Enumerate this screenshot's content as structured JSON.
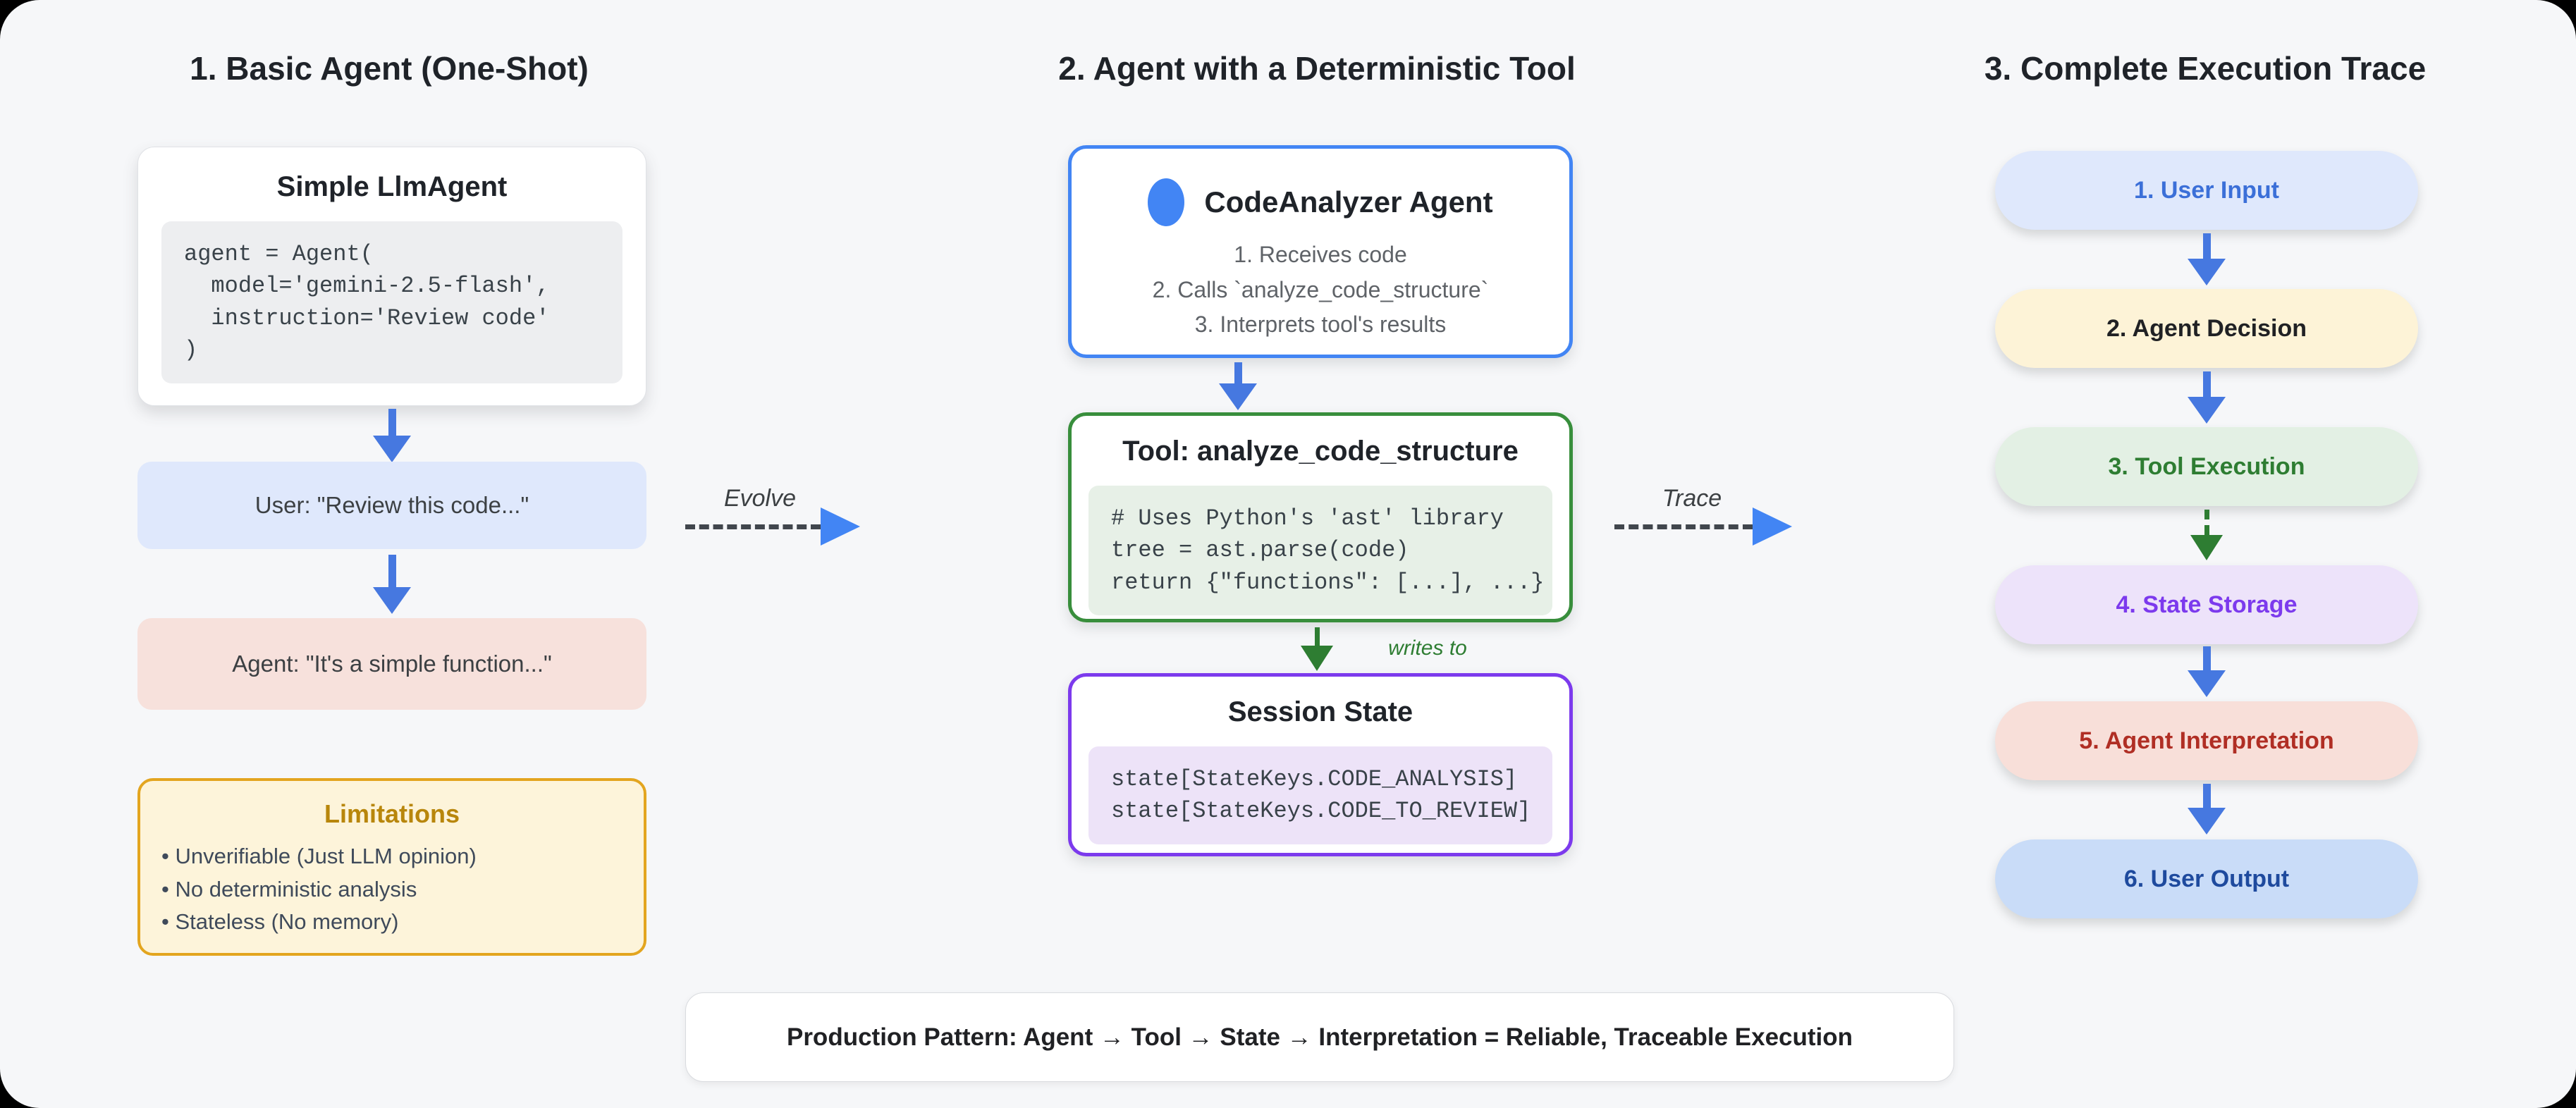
{
  "panel1": {
    "title": "1. Basic Agent (One-Shot)",
    "card": {
      "title": "Simple LlmAgent",
      "code": "agent = Agent(\n  model='gemini-2.5-flash',\n  instruction='Review code'\n)"
    },
    "user_message": "User: \"Review this code...\"",
    "agent_message": "Agent: \"It's a simple function...\"",
    "limitations": {
      "title": "Limitations",
      "items": [
        "Unverifiable (Just LLM opinion)",
        "No deterministic analysis",
        "Stateless (No memory)"
      ]
    }
  },
  "evolve_label": "Evolve",
  "panel2": {
    "title": "2. Agent with a Deterministic Tool",
    "agent_card": {
      "title": "CodeAnalyzer Agent",
      "steps": [
        "1. Receives code",
        "2. Calls `analyze_code_structure`",
        "3. Interprets tool's results"
      ]
    },
    "tool_card": {
      "title": "Tool: analyze_code_structure",
      "code": "# Uses Python's 'ast' library\ntree = ast.parse(code)\nreturn {\"functions\": [...], ...}"
    },
    "writes_to_label": "writes to",
    "state_card": {
      "title": "Session State",
      "code": "state[StateKeys.CODE_ANALYSIS]\nstate[StateKeys.CODE_TO_REVIEW]"
    }
  },
  "trace_label": "Trace",
  "panel3": {
    "title": "3. Complete Execution Trace",
    "steps": [
      {
        "label": "1. User Input",
        "bg": "#dfe8fc",
        "color": "#3b6fd8"
      },
      {
        "label": "2. Agent Decision",
        "bg": "#fdf3d7",
        "color": "#202124"
      },
      {
        "label": "3. Tool Execution",
        "bg": "#e3f0e4",
        "color": "#2e7d32"
      },
      {
        "label": "4. State Storage",
        "bg": "#ede3fa",
        "color": "#7c3aed"
      },
      {
        "label": "5. Agent Interpretation",
        "bg": "#f8dfd9",
        "color": "#b02e24"
      },
      {
        "label": "6. User Output",
        "bg": "#c9dcf8",
        "color": "#1e4a9e"
      }
    ]
  },
  "footer": "Production Pattern: Agent → Tool → State → Interpretation = Reliable, Traceable Execution",
  "palette": {
    "page_bg": "#f6f7f9",
    "arrow_blue": "#4678e0",
    "arrow_green": "#2e7d32",
    "connector_dash": "#41464d",
    "connector_head_blue": "#4285f4",
    "agent_card_border": "#4285f4",
    "tool_card_border": "#388e3c",
    "state_card_border": "#7c3aed",
    "limitations_border": "#e3a51f",
    "limitations_title": "#b8860b"
  }
}
